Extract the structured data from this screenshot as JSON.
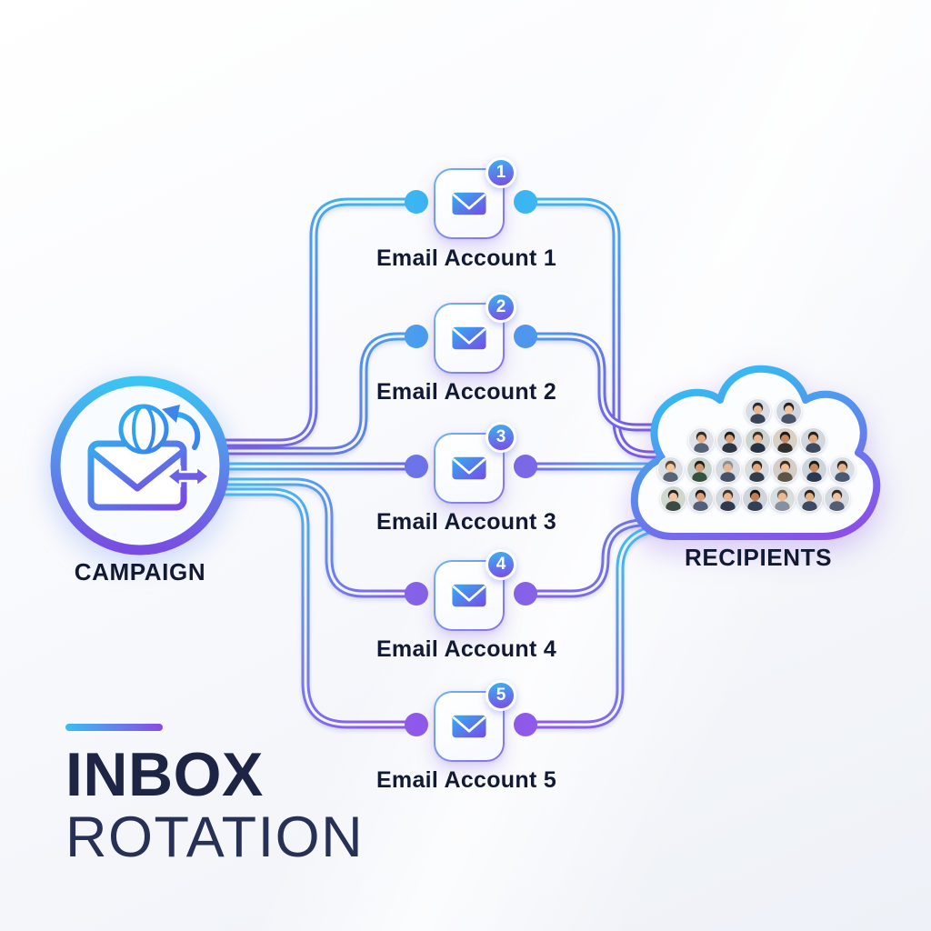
{
  "title": {
    "line1": "INBOX",
    "line2": "ROTATION"
  },
  "campaign": {
    "label": "CAMPAIGN",
    "icon": "campaign-email-rotation-icon"
  },
  "accounts": [
    {
      "label": "Email Account 1",
      "badge": "1"
    },
    {
      "label": "Email Account 2",
      "badge": "2"
    },
    {
      "label": "Email Account 3",
      "badge": "3"
    },
    {
      "label": "Email Account 4",
      "badge": "4"
    },
    {
      "label": "Email Account 5",
      "badge": "5"
    }
  ],
  "recipients": {
    "label": "RECIPIENTS",
    "avatar_rows": [
      2,
      5,
      7,
      7
    ],
    "avatars": [
      {
        "bg": "#d9dee6",
        "skin": "#e9b48e",
        "hair": "#2b2a33",
        "shirt": "#3a4458"
      },
      {
        "bg": "#cfd6df",
        "skin": "#f0c39c",
        "hair": "#241f1c",
        "shirt": "#49536a"
      },
      {
        "bg": "#dfe3e8",
        "skin": "#e6ad85",
        "hair": "#332a22",
        "shirt": "#566277"
      },
      {
        "bg": "#d6dce3",
        "skin": "#d99d74",
        "hair": "#1f1b17",
        "shirt": "#2e3644"
      },
      {
        "bg": "#cdd5d2",
        "skin": "#e8b690",
        "hair": "#3d2f23",
        "shirt": "#263243"
      },
      {
        "bg": "#d8d2c6",
        "skin": "#c8875f",
        "hair": "#20181a",
        "shirt": "#31302f"
      },
      {
        "bg": "#d2d8de",
        "skin": "#e3a87e",
        "hair": "#28211d",
        "shirt": "#3f4a5e"
      },
      {
        "bg": "#dce0e4",
        "skin": "#f1c6a2",
        "hair": "#5a4632",
        "shirt": "#5a6476"
      },
      {
        "bg": "#c9d3cd",
        "skin": "#d29a70",
        "hair": "#241e19",
        "shirt": "#35523f"
      },
      {
        "bg": "#d5dbe1",
        "skin": "#e7b892",
        "hair": "#8a8f96",
        "shirt": "#46526b"
      },
      {
        "bg": "#d9dde2",
        "skin": "#e2a97f",
        "hair": "#2d2620",
        "shirt": "#333c4d"
      },
      {
        "bg": "#d3cfc8",
        "skin": "#eec09a",
        "hair": "#3b2c1e",
        "shirt": "#5d5648"
      },
      {
        "bg": "#ccd4dc",
        "skin": "#c9895e",
        "hair": "#1d1a18",
        "shirt": "#2b3850"
      },
      {
        "bg": "#dadfe5",
        "skin": "#e8b18a",
        "hair": "#32281f",
        "shirt": "#4a5a74"
      },
      {
        "bg": "#d0d7cf",
        "skin": "#efc5a4",
        "hair": "#27221e",
        "shirt": "#3c4a42"
      },
      {
        "bg": "#d7dce2",
        "skin": "#dda077",
        "hair": "#211c18",
        "shirt": "#54607a"
      },
      {
        "bg": "#d4d9df",
        "skin": "#e9b690",
        "hair": "#403328",
        "shirt": "#2f3a4e"
      },
      {
        "bg": "#cfd5db",
        "skin": "#c07d52",
        "hair": "#191511",
        "shirt": "#333f55"
      },
      {
        "bg": "#d8dde0",
        "skin": "#eab994",
        "hair": "#6e6154",
        "shirt": "#8790a0"
      },
      {
        "bg": "#d2d8de",
        "skin": "#e5ad83",
        "hair": "#2a231d",
        "shirt": "#3d4960"
      },
      {
        "bg": "#d6dae0",
        "skin": "#f0c29e",
        "hair": "#342a21",
        "shirt": "#515e76"
      }
    ]
  },
  "colors": {
    "accent_cyan": "#3cc2f1",
    "accent_blue": "#4a9def",
    "accent_purple": "#7b4fe0",
    "text_navy": "#1d2444",
    "background": "#f5f7fb"
  }
}
